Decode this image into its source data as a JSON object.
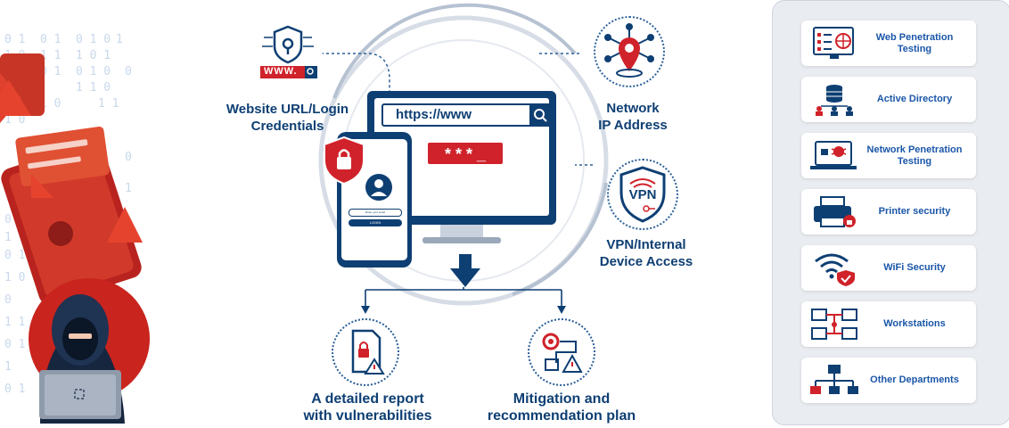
{
  "labels": {
    "website_credentials": [
      "Website URL/Login",
      "Credentials"
    ],
    "network_ip": [
      "Network",
      "IP Address"
    ],
    "vpn_access": [
      "VPN/Internal",
      "Device Access"
    ],
    "report": [
      "A detailed report",
      "with vulnerabilities"
    ],
    "mitigation": [
      "Mitigation and",
      "recommendation plan"
    ]
  },
  "browser": {
    "url": "https://www",
    "password_mask": "* * * _",
    "www_badge": "WWW.",
    "vpn_badge": "VPN"
  },
  "phone": {
    "field_placeholder": "Enter your email",
    "login_button": "LOGIN"
  },
  "sidebar": {
    "items": [
      {
        "label": "Web Penetration Testing",
        "icon": "web-testing-monitor-icon"
      },
      {
        "label": "Active Directory",
        "icon": "database-users-icon"
      },
      {
        "label": "Network Penetration Testing",
        "icon": "network-laptop-bug-icon"
      },
      {
        "label": "Printer security",
        "icon": "printer-lock-icon"
      },
      {
        "label": "WiFi Security",
        "icon": "wifi-shield-icon"
      },
      {
        "label": "Workstations",
        "icon": "workstations-icon"
      },
      {
        "label": "Other Departments",
        "icon": "org-chart-icon"
      }
    ]
  },
  "colors": {
    "navy": "#0e3f73",
    "accent_red": "#d0222a",
    "sidebar_text": "#1a56a8",
    "panel_bg": "#e9ecf1"
  }
}
